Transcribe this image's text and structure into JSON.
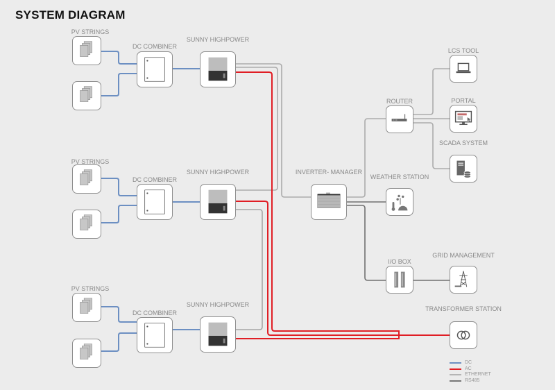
{
  "title": "SYSTEM DIAGRAM",
  "colors": {
    "dc": "#6c8fc2",
    "ac": "#e01e25",
    "ethernet": "#a8a8a8",
    "rs485": "#7a7a7a"
  },
  "nodes": {
    "pv_group_1_label": "PV STRINGS",
    "pv_group_2_label": "PV STRINGS",
    "pv_group_3_label": "PV STRINGS",
    "dc_combiner_1": "DC COMBINER",
    "dc_combiner_2": "DC COMBINER",
    "dc_combiner_3": "DC COMBINER",
    "inverter_1": "SUNNY HIGHPOWER",
    "inverter_2": "SUNNY HIGHPOWER",
    "inverter_3": "SUNNY HIGHPOWER",
    "inverter_manager": "INVERTER- MANAGER",
    "router": "ROUTER",
    "lcs_tool": "LCS TOOL",
    "portal": "PORTAL",
    "scada": "SCADA SYSTEM",
    "weather": "WEATHER STATION",
    "io_box": "I/O BOX",
    "grid": "GRID MANAGEMENT",
    "transformer": "TRANSFORMER STATION"
  },
  "legend": [
    {
      "label": "DC",
      "color": "#6c8fc2"
    },
    {
      "label": "AC",
      "color": "#e01e25"
    },
    {
      "label": "ETHERNET",
      "color": "#b5b5b5"
    },
    {
      "label": "RS485",
      "color": "#777777"
    }
  ]
}
